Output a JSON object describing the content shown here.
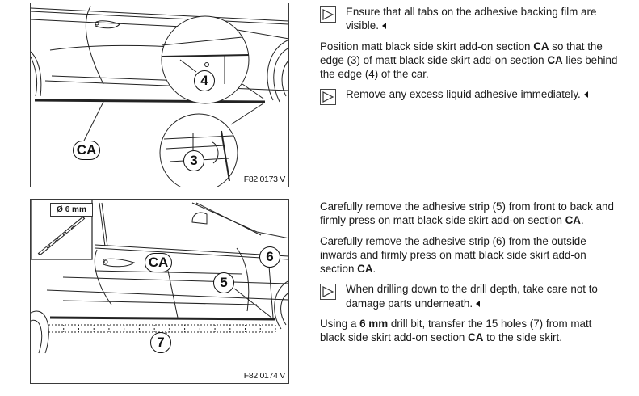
{
  "figures": [
    {
      "code": "F82 0173 V",
      "callouts": {
        "part": "CA",
        "edge_car": "4",
        "edge_part": "3"
      }
    },
    {
      "code": "F82 0174 V",
      "drill_size_label": "Ø 6 mm",
      "callouts": {
        "part": "CA",
        "strip_front": "5",
        "strip_outside": "6",
        "holes": "7"
      },
      "hole_count": 15
    }
  ],
  "section1": {
    "note1": "Ensure that all tabs on the adhesive backing film are visible.",
    "step1_a": "Position matt black side skirt add-on section ",
    "step1_b": "CA",
    "step1_c": " so that the edge (3) of matt black side skirt add-on section ",
    "step1_d": "CA",
    "step1_e": " lies behind the edge (4) of the car.",
    "note2": "Remove any excess liquid adhesive immediately."
  },
  "section2": {
    "step1_a": "Carefully remove the adhesive strip (5) from front to back and firmly press on matt black side skirt add-on section ",
    "step1_b": "CA",
    "step1_c": ".",
    "step2_a": "Carefully remove the adhesive strip (6) from the outside inwards and firmly press on matt black side skirt add-on section ",
    "step2_b": "CA",
    "step2_c": ".",
    "note1": "When drilling down to the drill depth, take care not to damage parts underneath.",
    "step3_a": "Using a ",
    "step3_b": "6 mm",
    "step3_c": " drill bit, transfer the 15 holes (7) from matt black side skirt add-on section ",
    "step3_d": "CA",
    "step3_e": " to the side skirt."
  }
}
